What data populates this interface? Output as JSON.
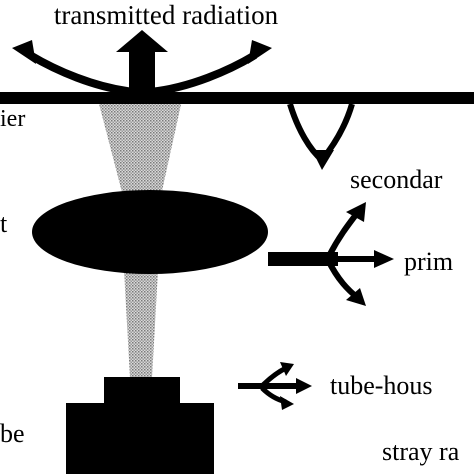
{
  "labels": {
    "transmitted": "transmitted radiation",
    "barrier_partial": "ier",
    "secondary_partial": "secondar",
    "object_partial": "t",
    "primary_partial": "prim",
    "tube_housing_partial": "tube-hous",
    "tube_partial": "be",
    "stray_partial": "stray ra"
  },
  "colors": {
    "ink": "#000000",
    "beam": "#c8c8c8",
    "background": "#ffffff"
  },
  "icons": {
    "transmitted_arrows": "up-spreading-arrows",
    "secondary_arrow": "down-v-arrow",
    "primary_arrows": "right-fork-arrow",
    "tube_housing_arrows": "left-right-fork-arrow"
  }
}
